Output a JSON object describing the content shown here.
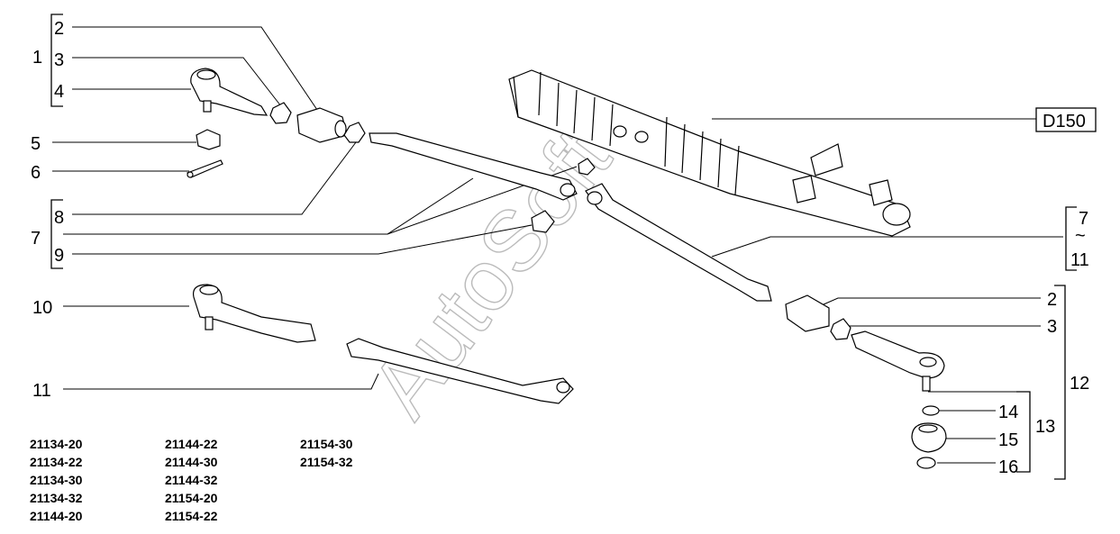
{
  "callouts": {
    "n1": "1",
    "n2": "2",
    "n3": "3",
    "n4": "4",
    "n5": "5",
    "n6": "6",
    "n7": "7",
    "n8": "8",
    "n9": "9",
    "n10": "10",
    "n11": "11",
    "n2b": "2",
    "n3b": "3",
    "n12": "12",
    "n13": "13",
    "n14": "14",
    "n15": "15",
    "n16": "16",
    "range_top": "7",
    "range_tilde": "~",
    "range_bottom": "11",
    "ref_box": "D150"
  },
  "watermark": "AutoSoft",
  "model_codes": {
    "col1": [
      "21134-20",
      "21134-22",
      "21134-30",
      "21134-32",
      "21144-20"
    ],
    "col2": [
      "21144-22",
      "21144-30",
      "21144-32",
      "21154-20",
      "21154-22"
    ],
    "col3": [
      "21154-30",
      "21154-32"
    ]
  }
}
